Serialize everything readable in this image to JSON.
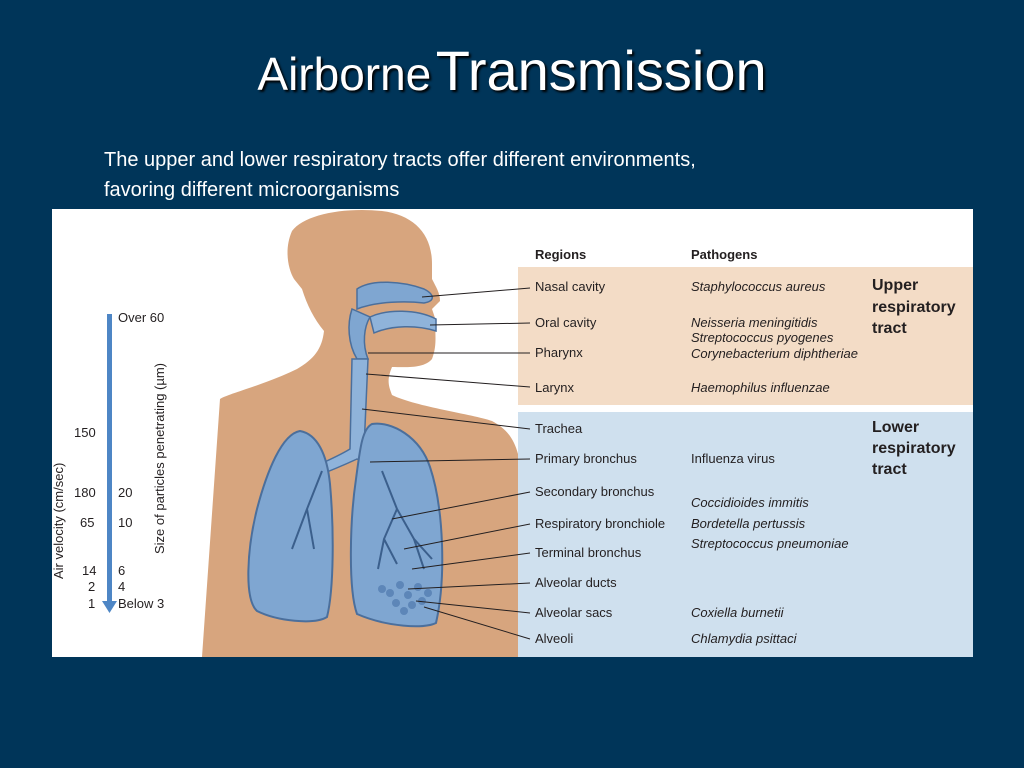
{
  "slide": {
    "title_part1": "Airborne",
    "title_part2": "Transmission",
    "subtitle_line1": "The upper and lower respiratory tracts offer different environments,",
    "subtitle_line2": "favoring different microorganisms"
  },
  "figure": {
    "headers": {
      "regions": "Regions",
      "pathogens": "Pathogens"
    },
    "upper_tract_label": [
      "Upper",
      "respiratory",
      "tract"
    ],
    "lower_tract_label": [
      "Lower",
      "respiratory",
      "tract"
    ],
    "regions": [
      "Nasal cavity",
      "Oral cavity",
      "Pharynx",
      "Larynx",
      "Trachea",
      "Primary bronchus",
      "Secondary bronchus",
      "Respiratory bronchiole",
      "Terminal bronchus",
      "Alveolar ducts",
      "Alveolar sacs",
      "Alveoli"
    ],
    "pathogens": [
      "Staphylococcus aureus",
      "Neisseria meningitidis",
      "Streptococcus pyogenes",
      "Corynebacterium diphtheriae",
      "Haemophilus influenzae",
      "Influenza virus",
      "Coccidioides immitis",
      "Bordetella pertussis",
      "Streptococcus pneumoniae",
      "Coxiella burnetii",
      "Chlamydia psittaci"
    ],
    "axis": {
      "velocity_label": "Air velocity (cm/sec)",
      "size_label": "Size of particles penetrating (µm)",
      "velocity_values": [
        "150",
        "180",
        "65",
        "14",
        "2",
        "1"
      ],
      "size_values": [
        "Over 60",
        "20",
        "10",
        "6",
        "4",
        "Below 3"
      ]
    },
    "colors": {
      "upper_band": "#f3dcc6",
      "lower_band": "#cfe0ee",
      "skin": "#d7a57e",
      "lung": "#7fa6d1",
      "arrow": "#4e86c5"
    }
  }
}
